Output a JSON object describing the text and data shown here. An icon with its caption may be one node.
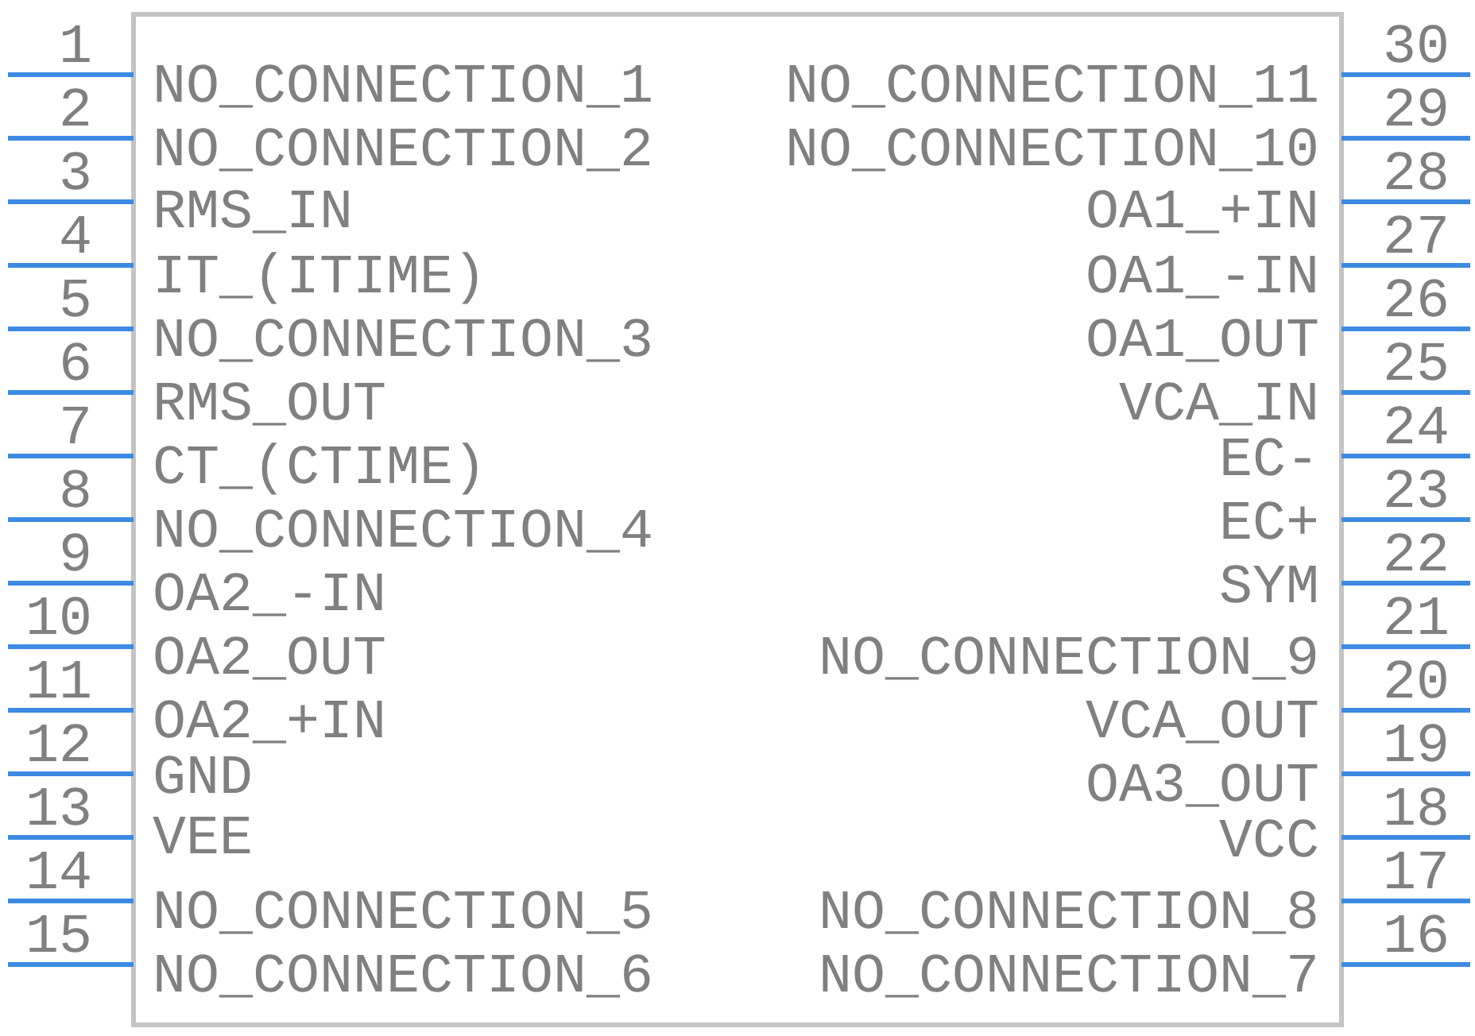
{
  "diagram": {
    "labels": [
      "1",
      "NO_CONNECTION_1",
      "NO_CONNECTION_11",
      "30",
      "2",
      "NO_CONNECTION_2",
      "NO_CONNECTION_10",
      "29",
      "3",
      "RMS_IN",
      "OA1_+IN",
      "28",
      "4",
      "IT_(ITIME)",
      "OA1_-IN",
      "27",
      "5",
      "NO_CONNECTION_3",
      "OA1_OUT",
      "26",
      "6",
      "RMS_OUT",
      "VCA_IN",
      "25",
      "7",
      "CT_(CTIME)",
      "EC-",
      "24",
      "8",
      "NO_CONNECTION_4",
      "EC+",
      "23",
      "9",
      "OA2_-IN",
      "SYM",
      "22",
      "10",
      "OA2_OUT",
      "NO_CONNECTION_9",
      "21",
      "11",
      "OA2_+IN",
      "VCA_OUT",
      "20",
      "12",
      "GND",
      "OA3_OUT",
      "19",
      "13",
      "VEE",
      "VCC",
      "18",
      "14",
      "NO_CONNECTION_5",
      "NO_CONNECTION_8",
      "17",
      "15",
      "NO_CONNECTION_6",
      "NO_CONNECTION_7",
      "16"
    ]
  }
}
